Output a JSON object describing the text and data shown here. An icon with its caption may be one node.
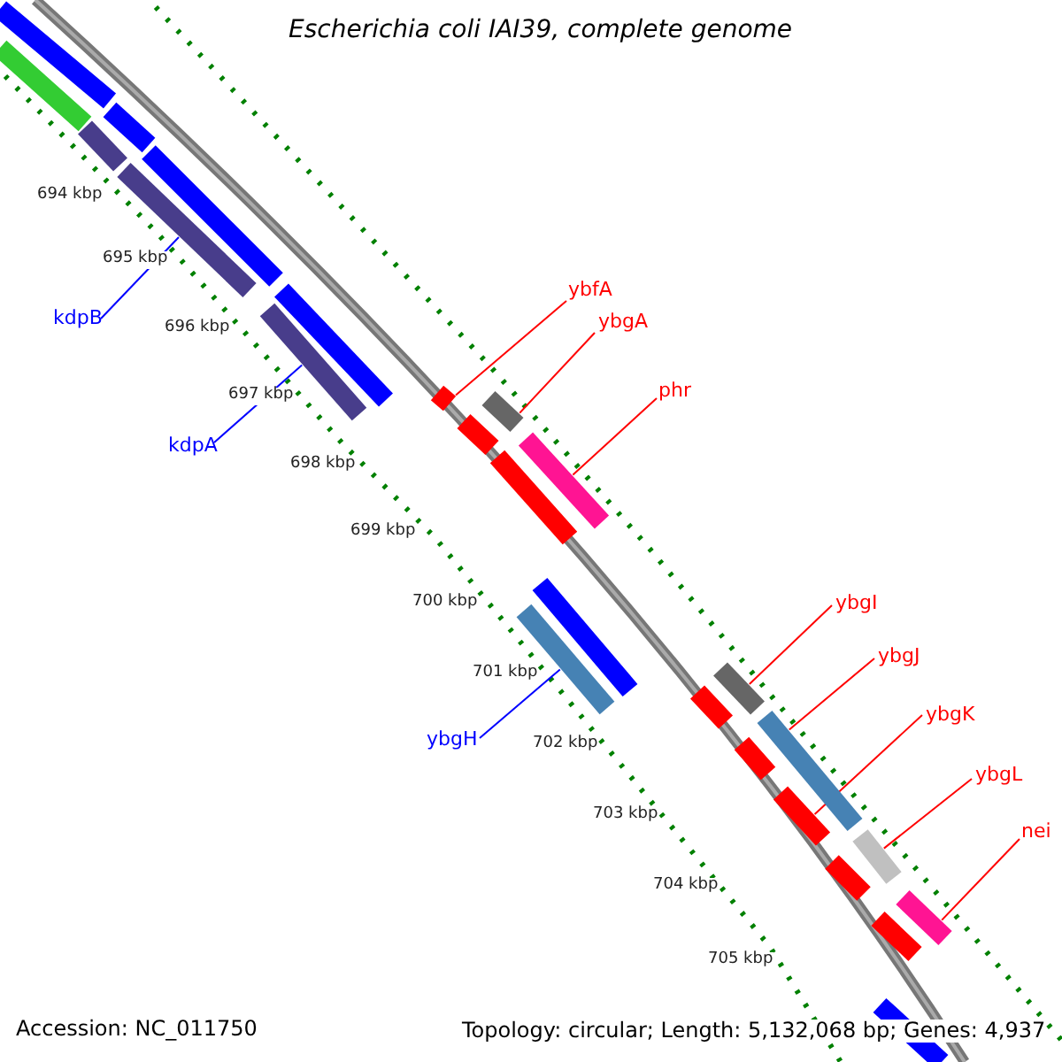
{
  "diagram": {
    "title": "Escherichia coli IAI39, complete genome",
    "nodes": [
      {
        "text": [
          "kdpB"
        ]
      },
      {
        "text": [
          "kdpA"
        ]
      },
      {
        "text": [
          "ybfA"
        ]
      },
      {
        "text": [
          "ybgA"
        ]
      },
      {
        "text": [
          "phr"
        ]
      },
      {
        "text": [
          "ybgH"
        ]
      },
      {
        "text": [
          "ybgI"
        ]
      },
      {
        "text": [
          "ybgJ"
        ]
      },
      {
        "text": [
          "ybgK"
        ]
      },
      {
        "text": [
          "ybgL"
        ]
      },
      {
        "text": [
          "nei"
        ]
      },
      {
        "text": [],
        "shape": "bar"
      },
      {
        "text": [],
        "shape": "bar"
      },
      {
        "text": [],
        "shape": "bar"
      },
      {
        "text": [],
        "shape": "bar"
      },
      {
        "text": [],
        "shape": "bar"
      },
      {
        "text": [],
        "shape": "bar"
      },
      {
        "text": [],
        "shape": "bar"
      },
      {
        "text": [],
        "shape": "bar"
      },
      {
        "text": [],
        "shape": "bar"
      },
      {
        "text": [],
        "shape": "bar"
      },
      {
        "text": [],
        "shape": "bar"
      }
    ],
    "edges": [
      {
        "from": 0,
        "to": 11,
        "arrow": "none",
        "color": "#0000ff"
      },
      {
        "from": 1,
        "to": 12,
        "arrow": "none",
        "color": "#0000ff"
      },
      {
        "from": 2,
        "to": 13,
        "arrow": "none"
      },
      {
        "from": 3,
        "to": 14,
        "arrow": "none"
      },
      {
        "from": 4,
        "to": 15,
        "arrow": "none"
      },
      {
        "from": 5,
        "to": 16,
        "arrow": "none",
        "color": "#0000ff"
      },
      {
        "from": 6,
        "to": 17,
        "arrow": "none"
      },
      {
        "from": 7,
        "to": 18,
        "arrow": "none"
      },
      {
        "from": 8,
        "to": 19,
        "arrow": "none"
      },
      {
        "from": 9,
        "to": 20,
        "arrow": "none"
      },
      {
        "from": 10,
        "to": 21,
        "arrow": "none"
      }
    ],
    "labels": [
      "694 kbp",
      "695 kbp",
      "696 kbp",
      "697 kbp",
      "698 kbp",
      "699 kbp",
      "700 kbp",
      "701 kbp",
      "702 kbp",
      "703 kbp",
      "704 kbp",
      "705 kbp",
      "Accession: NC_011750",
      "Topology: circular; Length: 5,132,068 bp; Genes: 4,937"
    ]
  }
}
